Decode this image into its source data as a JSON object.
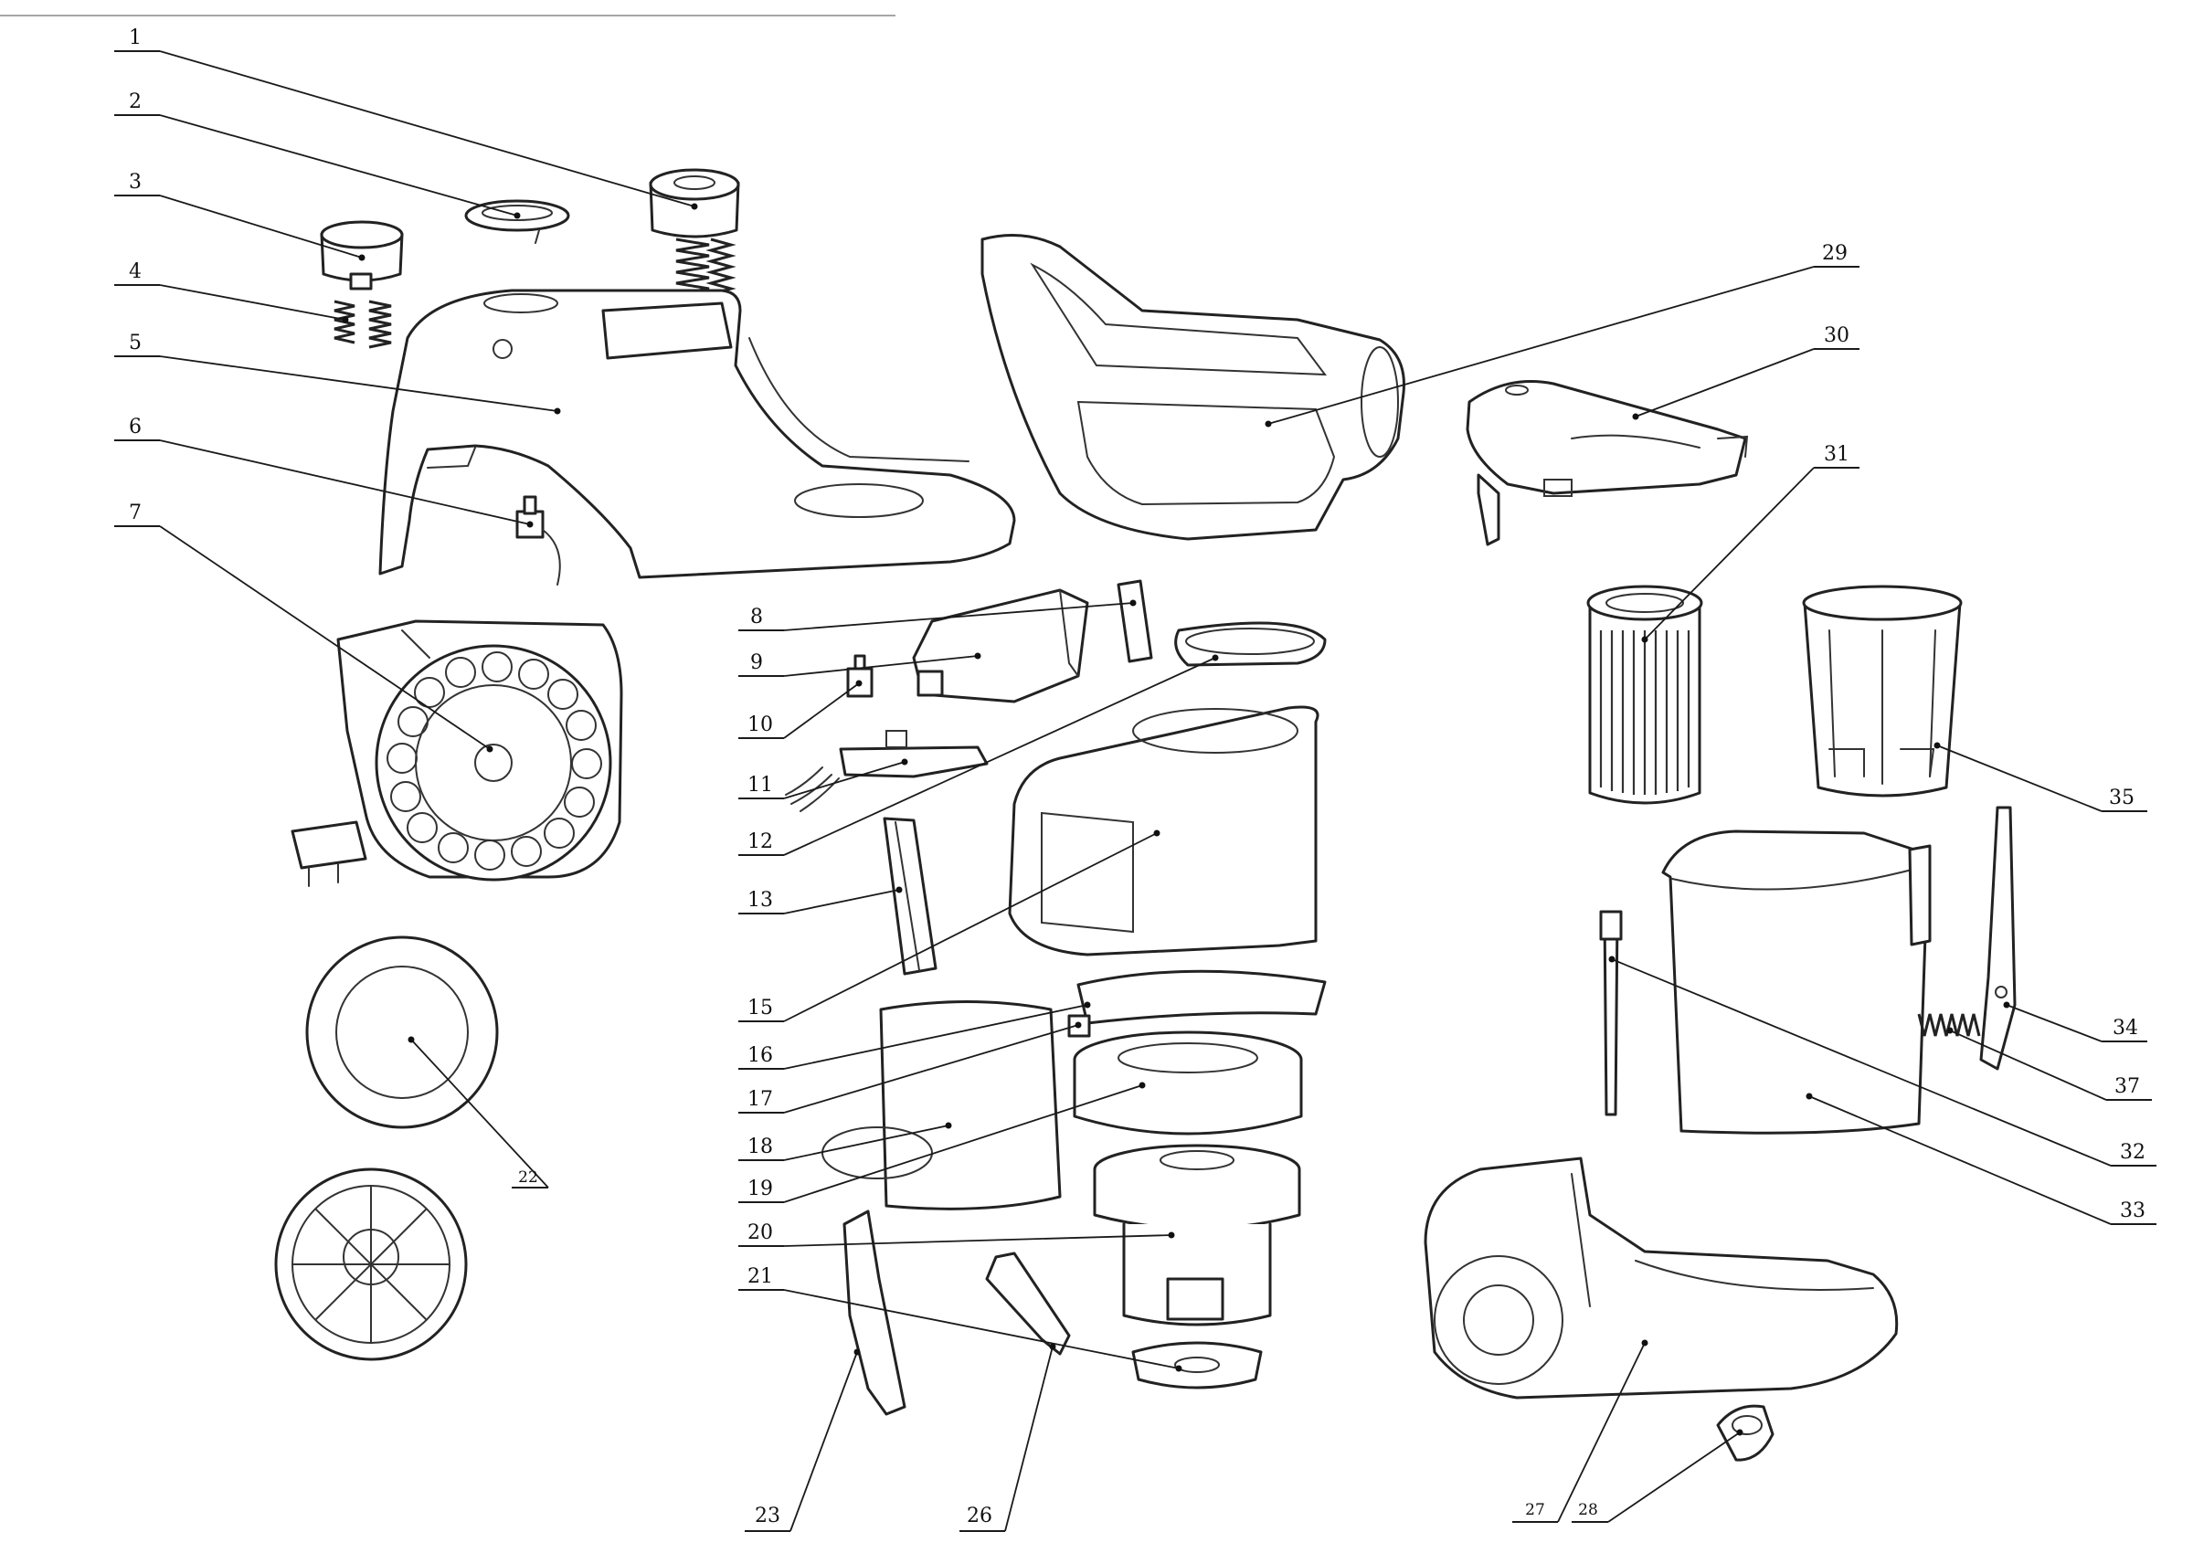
{
  "diagram": {
    "colors": {
      "ink": "#222222",
      "paper": "#ffffff"
    },
    "callouts": [
      {
        "id": 1,
        "label": "1"
      },
      {
        "id": 2,
        "label": "2"
      },
      {
        "id": 3,
        "label": "3"
      },
      {
        "id": 4,
        "label": "4"
      },
      {
        "id": 5,
        "label": "5"
      },
      {
        "id": 6,
        "label": "6"
      },
      {
        "id": 7,
        "label": "7"
      },
      {
        "id": 8,
        "label": "8"
      },
      {
        "id": 9,
        "label": "9"
      },
      {
        "id": 10,
        "label": "10"
      },
      {
        "id": 11,
        "label": "11"
      },
      {
        "id": 12,
        "label": "12"
      },
      {
        "id": 13,
        "label": "13"
      },
      {
        "id": 15,
        "label": "15"
      },
      {
        "id": 16,
        "label": "16"
      },
      {
        "id": 17,
        "label": "17"
      },
      {
        "id": 18,
        "label": "18"
      },
      {
        "id": 19,
        "label": "19"
      },
      {
        "id": 20,
        "label": "20"
      },
      {
        "id": 21,
        "label": "21"
      },
      {
        "id": 22,
        "label": "22"
      },
      {
        "id": 23,
        "label": "23"
      },
      {
        "id": 26,
        "label": "26"
      },
      {
        "id": 27,
        "label": "27"
      },
      {
        "id": 28,
        "label": "28"
      },
      {
        "id": 29,
        "label": "29"
      },
      {
        "id": 30,
        "label": "30"
      },
      {
        "id": 31,
        "label": "31"
      },
      {
        "id": 32,
        "label": "32"
      },
      {
        "id": 33,
        "label": "33"
      },
      {
        "id": 34,
        "label": "34"
      },
      {
        "id": 35,
        "label": "35"
      },
      {
        "id": 37,
        "label": "37"
      }
    ]
  }
}
